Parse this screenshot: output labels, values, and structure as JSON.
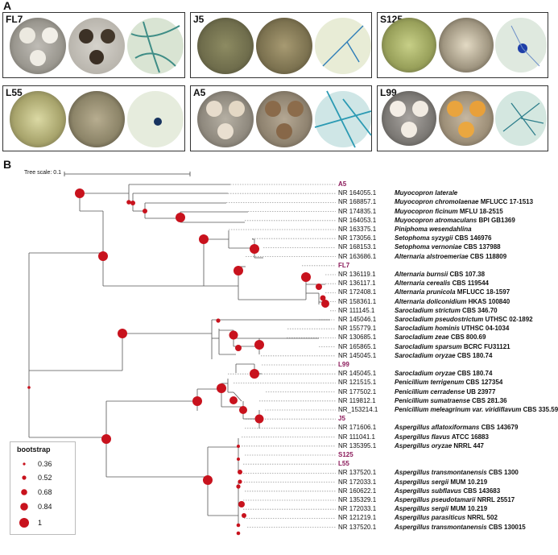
{
  "panel_a": {
    "letter": "A",
    "isolates": [
      {
        "label": "FL7"
      },
      {
        "label": "J5"
      },
      {
        "label": "S125"
      },
      {
        "label": "L55"
      },
      {
        "label": "A5"
      },
      {
        "label": "L99"
      }
    ]
  },
  "panel_b": {
    "letter": "B",
    "scale_label": "Tree scale: 0.1",
    "legend": {
      "title": "bootstrap",
      "values": [
        "0.36",
        "0.52",
        "0.68",
        "0.84",
        "1"
      ]
    },
    "tips": [
      {
        "sample": "A5"
      },
      {
        "acc": "NR 164055.1",
        "species": "Muyocopron lateralе",
        "strain": ""
      },
      {
        "acc": "NR 168857.1",
        "species": "Muyocopron chromolaenae",
        "strain": "MFLUCC 17-1513"
      },
      {
        "acc": "NR 174835.1",
        "species": "Muyocopron ficinum",
        "strain": "MFLU 18-2515"
      },
      {
        "acc": "NR 164053.1",
        "species": "Muyocopron atromaculans",
        "strain": "BPI GB1369"
      },
      {
        "acc": "NR 163375.1",
        "species": "Piniphoma wesendahlina",
        "strain": ""
      },
      {
        "acc": "NR 173056.1",
        "species": "Setophoma syzygii",
        "strain": "CBS 146976"
      },
      {
        "acc": "NR 168153.1",
        "species": "Setophoma vernoniae",
        "strain": "CBS 137988"
      },
      {
        "acc": "NR 163686.1",
        "species": "Alternaria alstroemeriae",
        "strain": "CBS 118809"
      },
      {
        "sample": "FL7"
      },
      {
        "acc": "NR 136119.1",
        "species": "Alternaria burnsii",
        "strain": "CBS 107.38"
      },
      {
        "acc": "NR 136117.1",
        "species": "Alternaria cerealis",
        "strain": "CBS 119544"
      },
      {
        "acc": "NR 172408.1",
        "species": "Alternaria prunicola",
        "strain": "MFLUCC 18-1597"
      },
      {
        "acc": "NR 158361.1",
        "species": "Alternaria doliconidium",
        "strain": "HKAS 100840"
      },
      {
        "acc": "NR 111145.1",
        "species": "Sarocladium strictum",
        "strain": "CBS 346.70"
      },
      {
        "acc": "NR 145046.1",
        "species": "Sarocladium pseudostrictum",
        "strain": "UTHSC 02-1892"
      },
      {
        "acc": "NR 155779.1",
        "species": "Sarocladium hominis",
        "strain": "UTHSC 04-1034"
      },
      {
        "acc": "NR 130685.1",
        "species": "Sarocladium zeae",
        "strain": "CBS 800.69"
      },
      {
        "acc": "NR 165865.1",
        "species": "Sarocladium sparsum",
        "strain": "BCRC FU31121"
      },
      {
        "acc": "NR 145045.1",
        "species": "Sarocladium oryzae",
        "strain": "CBS 180.74"
      },
      {
        "sample": "L99"
      },
      {
        "acc": "NR 145045.1",
        "species": "Sarocladium oryzae",
        "strain": "CBS 180.74"
      },
      {
        "acc": "NR 121515.1",
        "species": "Penicillium terrigenum",
        "strain": "CBS 127354"
      },
      {
        "acc": "NR 177502.1",
        "species": "Penicillium cerradense",
        "strain": "UB 23977"
      },
      {
        "acc": "NR 119812.1",
        "species": "Penicillium sumatraense",
        "strain": "CBS 281.36"
      },
      {
        "acc": "NR_153214.1",
        "species": "Penicillium meleagrinum var. viridiflavum",
        "strain": "CBS 335.59"
      },
      {
        "sample": "J5"
      },
      {
        "acc": "NR 171606.1",
        "species": "Aspergillus aflatoxiformans",
        "strain": "CBS 143679"
      },
      {
        "acc": "NR 111041.1",
        "species": "Aspergillus flavus",
        "strain": "ATCC 16883"
      },
      {
        "acc": "NR 135395.1",
        "species": "Aspergillus oryzae",
        "strain": "NRRL 447"
      },
      {
        "sample": "S125"
      },
      {
        "sample": "L55"
      },
      {
        "acc": "NR 137520.1",
        "species": "Aspergillus transmontanensis",
        "strain": "CBS 1300"
      },
      {
        "acc": "NR 172033.1",
        "species": "Aspergillus sergii",
        "strain": "MUM 10.219"
      },
      {
        "acc": "NR 160622.1",
        "species": "Aspergillus subflavus",
        "strain": "CBS 143683"
      },
      {
        "acc": "NR 135329.1",
        "species": "Aspergillus pseudotamarii",
        "strain": "NRRL 25517"
      },
      {
        "acc": "NR 172033.1",
        "species": "Aspergillus sergii",
        "strain": "MUM 10.219"
      },
      {
        "acc": "NR 121219.1",
        "species": "Aspergillus parasiticus",
        "strain": "NRRL 502"
      },
      {
        "acc": "NR 137520.1",
        "species": "Aspergillus transmontanensis",
        "strain": "CBS 130015"
      }
    ]
  },
  "colors": {
    "node": "#c8121d",
    "sample": "#8b1a5a",
    "branch": "#555555"
  }
}
